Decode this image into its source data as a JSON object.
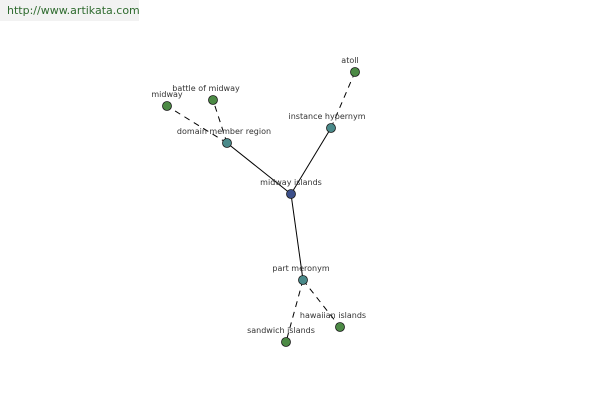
{
  "header": {
    "url": "http://www.artikata.com"
  },
  "colors": {
    "center_node": "#3b4f8a",
    "relation_node": "#4a8a8a",
    "leaf_node": "#4c8a45",
    "edge": "#000000",
    "url_text": "#2f6b2f"
  },
  "graph": {
    "nodes": [
      {
        "id": "midway_islands",
        "label": "midway islands",
        "kind": "center"
      },
      {
        "id": "instance_hypernym",
        "label": "instance hypernym",
        "kind": "relation"
      },
      {
        "id": "domain_member_region",
        "label": "domain member region",
        "kind": "relation"
      },
      {
        "id": "part_meronym",
        "label": "part meronym",
        "kind": "relation"
      },
      {
        "id": "atoll",
        "label": "atoll",
        "kind": "leaf"
      },
      {
        "id": "battle_of_midway",
        "label": "battle of midway",
        "kind": "leaf"
      },
      {
        "id": "midway",
        "label": "midway",
        "kind": "leaf"
      },
      {
        "id": "sandwich_islands",
        "label": "sandwich islands",
        "kind": "leaf"
      },
      {
        "id": "hawaiian_islands",
        "label": "hawaiian islands",
        "kind": "leaf"
      }
    ],
    "edges": [
      {
        "from": "midway_islands",
        "to": "instance_hypernym",
        "style": "solid"
      },
      {
        "from": "midway_islands",
        "to": "domain_member_region",
        "style": "solid"
      },
      {
        "from": "midway_islands",
        "to": "part_meronym",
        "style": "solid"
      },
      {
        "from": "instance_hypernym",
        "to": "atoll",
        "style": "dashed"
      },
      {
        "from": "domain_member_region",
        "to": "battle_of_midway",
        "style": "dashed"
      },
      {
        "from": "domain_member_region",
        "to": "midway",
        "style": "dashed"
      },
      {
        "from": "part_meronym",
        "to": "sandwich_islands",
        "style": "dashed"
      },
      {
        "from": "part_meronym",
        "to": "hawaiian_islands",
        "style": "dashed"
      }
    ]
  }
}
